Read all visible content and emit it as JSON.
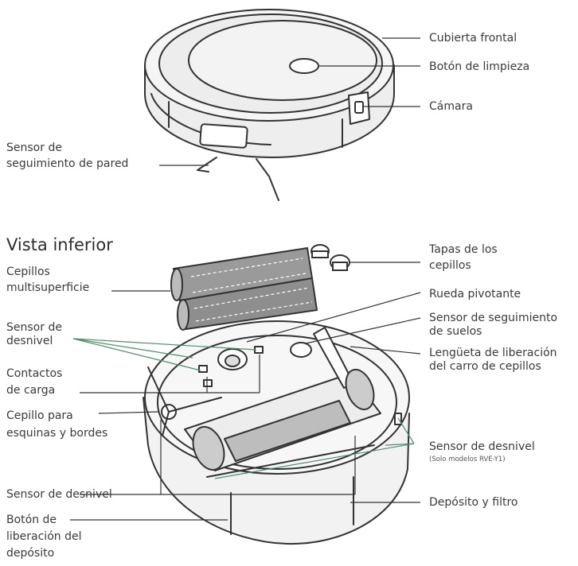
{
  "heading_bottom": "Vista inferior",
  "top_labels": {
    "front_cover": "Cubierta frontal",
    "clean_button": "Botón de limpieza",
    "camera": "Cámara",
    "wall_sensor": [
      "Sensor de",
      "seguimiento de pared"
    ]
  },
  "bottom_labels": {
    "brush_caps": [
      "Tapas de los",
      "cepillos"
    ],
    "multisurface_brushes": [
      "Cepillos",
      "multisuperficie"
    ],
    "caster_wheel": "Rueda pivotante",
    "floor_tracking_sensor": [
      "Sensor de seguimiento",
      "de suelos"
    ],
    "cliff_sensor_1": [
      "Sensor de",
      "desnivel"
    ],
    "brush_frame_release_tab": [
      "Lengüeta de liberación",
      "del carro de cepillos"
    ],
    "charging_contacts": [
      "Contactos",
      "de carga"
    ],
    "edge_brush": [
      "Cepillo para",
      "esquinas y bordes"
    ],
    "cliff_sensor_2": "Sensor de desnivel",
    "cliff_sensor_2_note": "(Solo modelos RVE-Y1)",
    "cliff_sensor_3": "Sensor de desnivel",
    "bin_and_filter": "Depósito y filtro",
    "bin_release_button": [
      "Botón de",
      "liberación del",
      "depósito"
    ]
  },
  "colors": {
    "line": "#333333",
    "leader_green": "#4e8f6a",
    "roller_fill": "#9a9a9a",
    "filter_fill": "#bdbdbd",
    "body_shade": "#e4e4e4"
  }
}
